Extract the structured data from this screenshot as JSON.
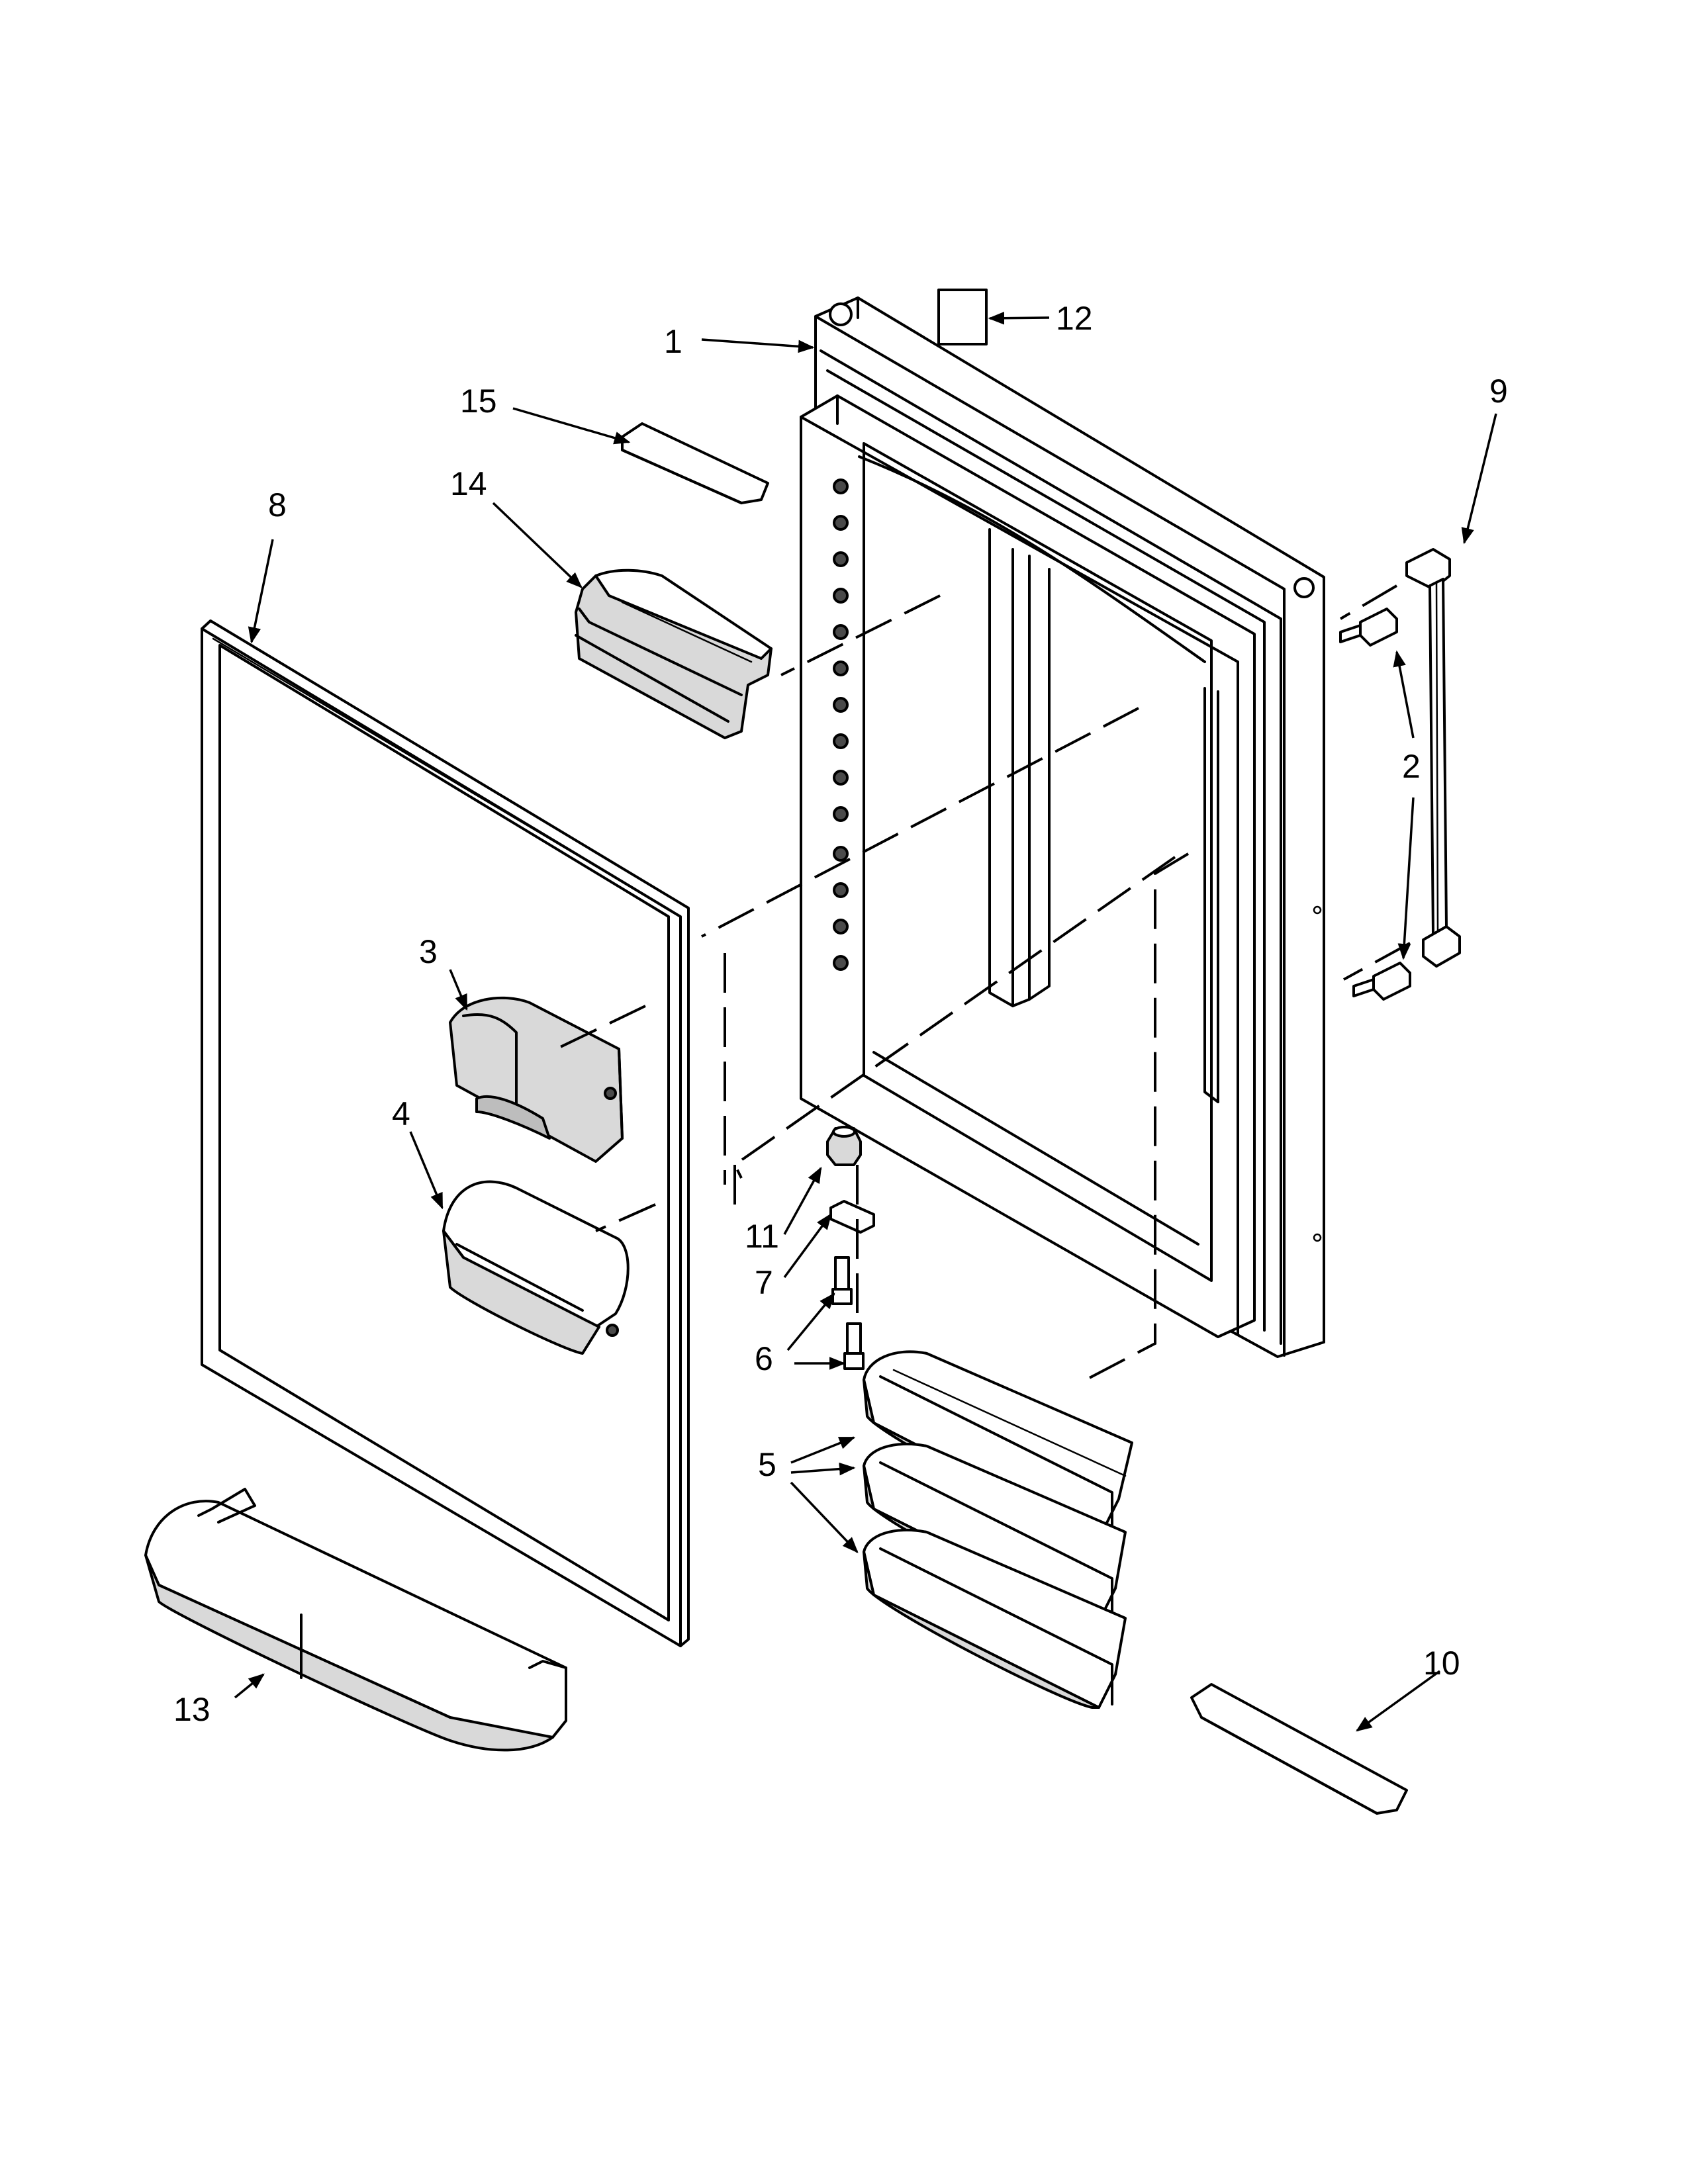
{
  "callouts": {
    "c1": "1",
    "c2": "2",
    "c3": "3",
    "c4": "4",
    "c5": "5",
    "c6": "6",
    "c7": "7",
    "c8": "8",
    "c9": "9",
    "c10": "10",
    "c11": "11",
    "c12": "12",
    "c13": "13",
    "c14": "14",
    "c15": "15"
  },
  "colors": {
    "line": "#000000",
    "background": "#ffffff",
    "shade": "#d9d9d9"
  }
}
